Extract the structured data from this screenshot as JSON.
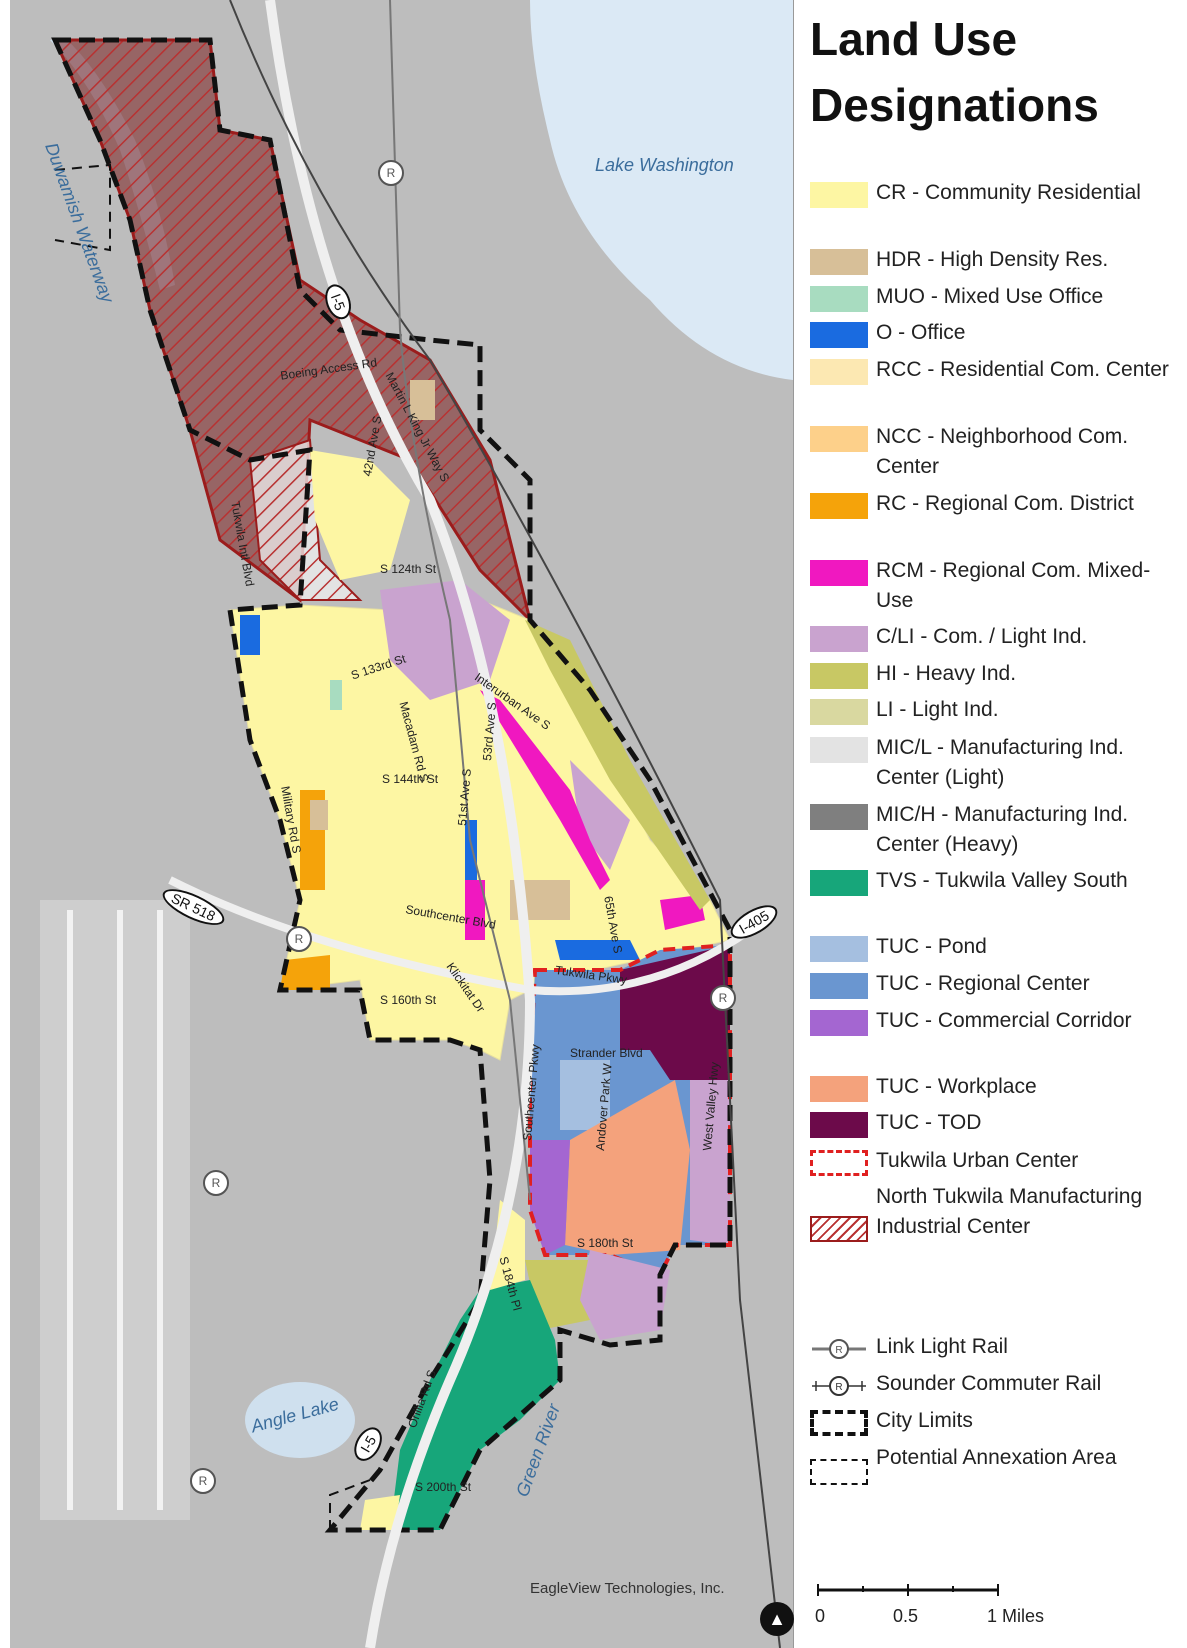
{
  "title": "Land Use Designations",
  "map": {
    "water_labels": [
      "Lake Washington",
      "Duwamish Waterway",
      "Angle Lake",
      "Green River"
    ],
    "streets": [
      "Boeing Access Rd",
      "Martin L King Jr Way S",
      "42nd Ave S",
      "S 124th St",
      "Tukwila Intl Blvd",
      "S 133rd St",
      "Macadam Rd S",
      "53rd Ave S",
      "Interurban Ave S",
      "S 144th St",
      "51st Ave S",
      "65th Ave S",
      "Southcenter Blvd",
      "Klickitat Dr",
      "S 160th St",
      "Tukwila Pkwy",
      "Strander Blvd",
      "Southcenter Pkwy",
      "Andover Park W",
      "West Valley Hwy",
      "S 180th St",
      "S 184th Pl",
      "S 200th St",
      "Military Rd S",
      "Orillia Rd S"
    ],
    "highway_shields": [
      "I-5",
      "SR 518",
      "I-405",
      "I-5"
    ],
    "credit": "EagleView Technologies, Inc."
  },
  "legend": {
    "items": [
      {
        "label": "CR - Community Residential",
        "color": "#fdf6a3",
        "icon": "fill-swatch"
      },
      {
        "label": "HDR - High Density Res.",
        "color": "#d7bf98",
        "icon": "fill-swatch"
      },
      {
        "label": "MUO - Mixed Use Office",
        "color": "#a8dcc0",
        "icon": "fill-swatch"
      },
      {
        "label": "O - Office",
        "color": "#1a6be0",
        "icon": "fill-swatch"
      },
      {
        "label": "RCC - Residential Com. Center",
        "color": "#fce8b2",
        "icon": "fill-swatch"
      },
      {
        "label": "NCC - Neighborhood Com. Center",
        "color": "#fdd08a",
        "icon": "fill-swatch"
      },
      {
        "label": "RC - Regional Com. District",
        "color": "#f5a30a",
        "icon": "fill-swatch"
      },
      {
        "label": "RCM - Regional Com. Mixed-Use",
        "color": "#f018c0",
        "icon": "fill-swatch"
      },
      {
        "label": "C/LI - Com. / Light Ind.",
        "color": "#c9a3cf",
        "icon": "fill-swatch"
      },
      {
        "label": "HI - Heavy Ind.",
        "color": "#c8c864",
        "icon": "fill-swatch"
      },
      {
        "label": "LI - Light Ind.",
        "color": "#d9d8a0",
        "icon": "fill-swatch"
      },
      {
        "label": "MIC/L - Manufacturing Ind. Center (Light)",
        "color": "#e3e3e3",
        "icon": "fill-swatch"
      },
      {
        "label": "MIC/H - Manufacturing Ind. Center (Heavy)",
        "color": "#7f7f7f",
        "icon": "fill-swatch"
      },
      {
        "label": "TVS - Tukwila Valley South",
        "color": "#17a67a",
        "icon": "fill-swatch"
      },
      {
        "label": "TUC - Pond",
        "color": "#a5bfe0",
        "icon": "fill-swatch"
      },
      {
        "label": "TUC - Regional Center",
        "color": "#6a96d0",
        "icon": "fill-swatch"
      },
      {
        "label": "TUC - Commercial Corridor",
        "color": "#a466d1",
        "icon": "fill-swatch"
      },
      {
        "label": "TUC - Workplace",
        "color": "#f4a27c",
        "icon": "fill-swatch"
      },
      {
        "label": "TUC - TOD",
        "color": "#6c0a4a",
        "icon": "fill-swatch"
      },
      {
        "label": "Tukwila Urban Center",
        "color": "#e02020",
        "icon": "dashed-red-outline"
      },
      {
        "label": "North Tukwila Manufacturing Industrial Center",
        "color": "#9b1c1c",
        "icon": "hatched-swatch"
      },
      {
        "label": "Link Light Rail",
        "color": "#555555",
        "icon": "light-rail-icon"
      },
      {
        "label": "Sounder Commuter Rail",
        "color": "#333333",
        "icon": "commuter-rail-icon"
      },
      {
        "label": "City Limits",
        "color": "#111111",
        "icon": "thick-dashed-outline"
      },
      {
        "label": "Potential Annexation Area",
        "color": "#111111",
        "icon": "thin-dashed-outline"
      }
    ]
  },
  "scale_bar": {
    "ticks": [
      "0",
      "0.5",
      "1 Miles"
    ]
  }
}
